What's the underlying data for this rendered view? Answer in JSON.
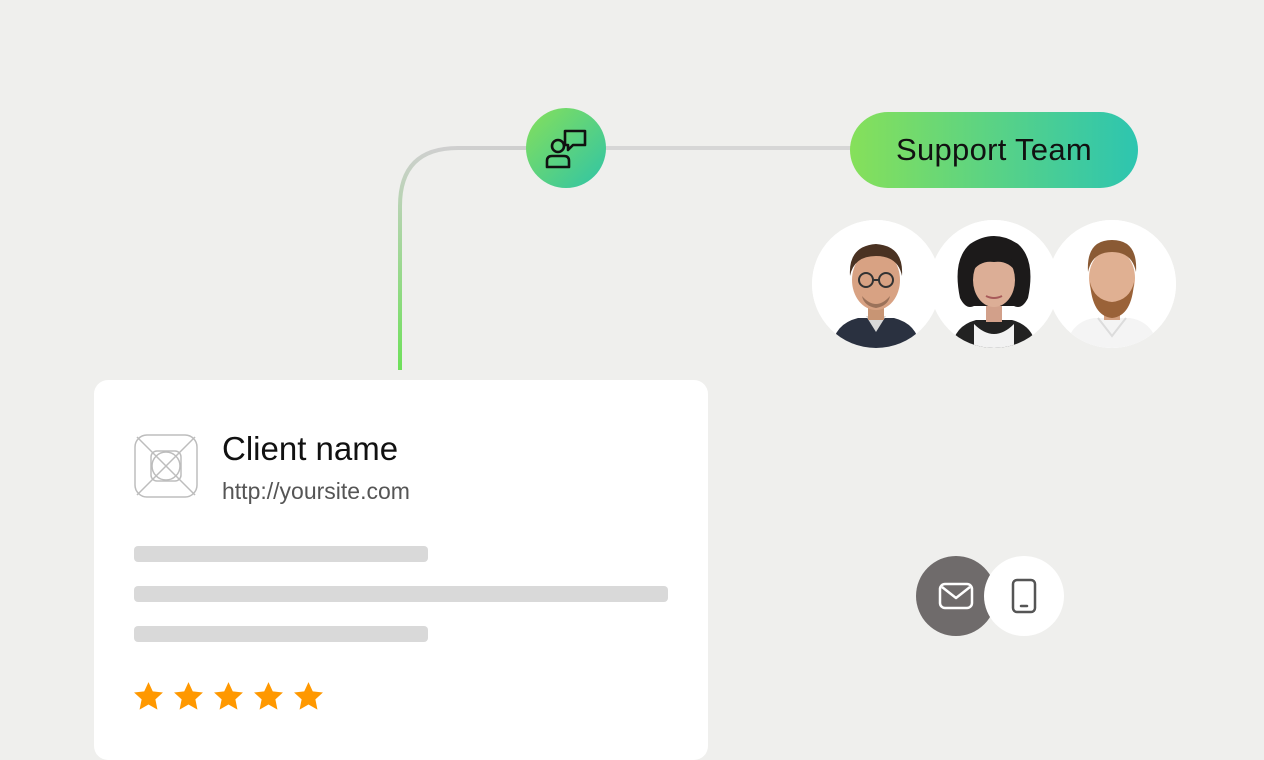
{
  "support": {
    "label": "Support Team"
  },
  "client": {
    "name": "Client name",
    "url": "http://yoursite.com",
    "rating": 5,
    "rating_max": 5
  },
  "colors": {
    "accent_green": "#86e05a",
    "accent_teal": "#2dc5b0",
    "alert_red": "#f05a5a",
    "star_orange": "#ff9800",
    "mail_button": "#6f6b6b"
  },
  "icons": {
    "chat_node": "user-chat-icon",
    "logo": "image-placeholder-icon",
    "mail": "mail-icon",
    "phone": "phone-icon"
  },
  "team": [
    {
      "avatar": "team-member-man-glasses"
    },
    {
      "avatar": "team-member-woman-curly-hair"
    },
    {
      "avatar": "team-member-man-beard"
    }
  ]
}
